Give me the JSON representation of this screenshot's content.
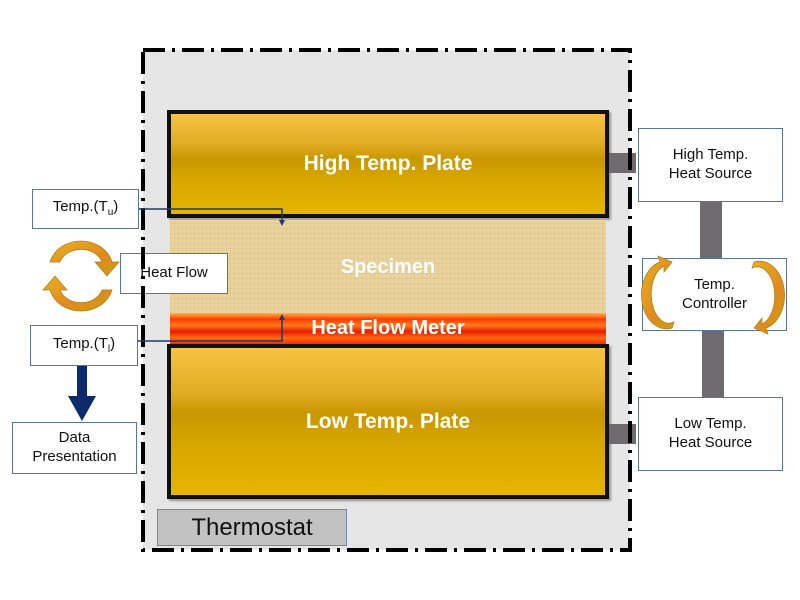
{
  "diagram": {
    "thermostat_label": "Thermostat",
    "high_plate_label": "High Temp. Plate",
    "specimen_label": "Specimen",
    "heat_flow_meter_label": "Heat Flow Meter",
    "low_plate_label": "Low Temp. Plate",
    "temp_upper": {
      "prefix": "Temp.(T",
      "subscript": "u",
      "suffix": ")"
    },
    "temp_lower": {
      "prefix": "Temp.(T",
      "subscript": "l",
      "suffix": ")"
    },
    "heat_flow_label": "Heat Flow",
    "data_presentation": {
      "line1": "Data",
      "line2": "Presentation"
    },
    "high_source": {
      "line1": "High Temp.",
      "line2": "Heat Source"
    },
    "controller": {
      "line1": "Temp.",
      "line2": "Controller"
    },
    "low_source": {
      "line1": "Low Temp.",
      "line2": "Heat Source"
    },
    "colors": {
      "plate_gold": "#d8a600",
      "meter_red": "#ff3b00",
      "specimen_beige": "#e9d39e",
      "connector_gray": "#6e6a6e",
      "arrow_navy": "#0d2a6b",
      "box_border": "#5a72a8",
      "cycle_orange": "#e08a20"
    }
  }
}
